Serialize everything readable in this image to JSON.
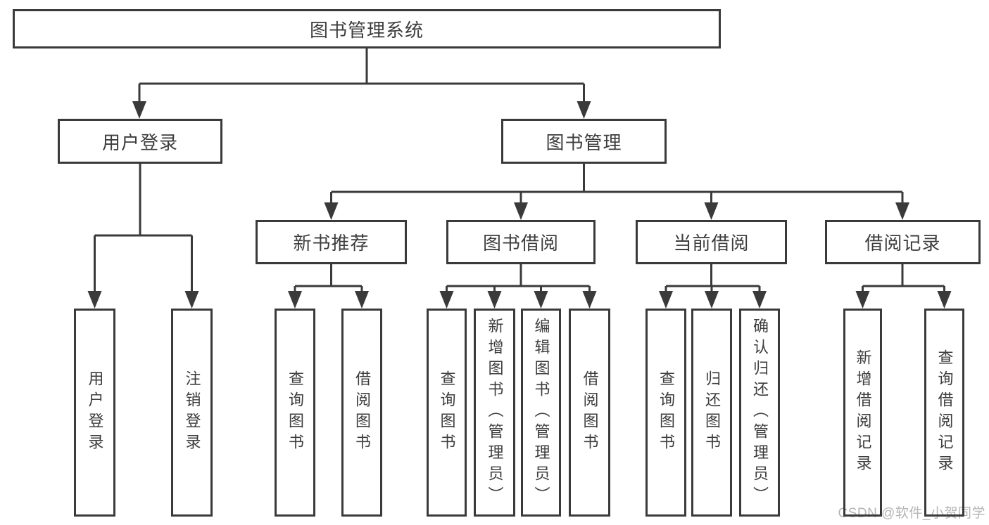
{
  "nodes": {
    "root": "图书管理系统",
    "level2": [
      "用户登录",
      "图书管理"
    ],
    "level3": [
      "新书推荐",
      "图书借阅",
      "当前借阅",
      "借阅记录"
    ],
    "leaves": {
      "user_login": [
        "用户登录",
        "注销登录"
      ],
      "new_book_recommend": [
        "查询图书",
        "借阅图书"
      ],
      "book_borrow": [
        "查询图书",
        "新增图书（管理员）",
        "编辑图书（管理员）",
        "借阅图书"
      ],
      "current_borrow": [
        "查询图书",
        "归还图书",
        "确认归还（管理员）"
      ],
      "borrow_records": [
        "新增借阅记录",
        "查询借阅记录"
      ]
    }
  },
  "watermark": "CSDN @软件_小贺同学",
  "colors": {
    "line": "#3a3a3a",
    "text": "#3d3d3d",
    "watermark": "#b5b5b5",
    "background": "#ffffff"
  }
}
